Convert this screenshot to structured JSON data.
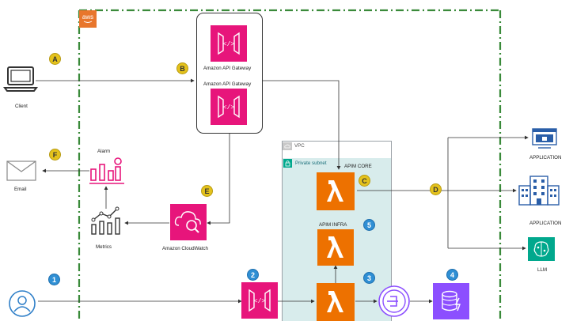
{
  "aws_badge": "aws",
  "markers": {
    "a": "A",
    "b": "B",
    "c": "C",
    "d": "D",
    "e": "E",
    "f": "F",
    "n1": "1",
    "n2": "2",
    "n3": "3",
    "n4": "4",
    "n5": "5"
  },
  "labels": {
    "client": "Client",
    "email": "Email",
    "alarm": "Alarm",
    "metrics": "Metrics",
    "cloudwatch": "Amazon CloudWatch",
    "apigw1": "Amazon API Gateway",
    "apigw2": "Amazon API Gateway",
    "vpc": "VPC",
    "private_subnet": "Private subnet",
    "apim_core": "APIM CORE",
    "apim_infra": "APIM INFRA",
    "app1": "APPLICATION",
    "app2": "APPLICATION",
    "llm": "LLM"
  },
  "icons": [
    "laptop-icon",
    "email-icon",
    "alarm-icon",
    "metrics-icon",
    "cloudwatch-icon",
    "api-gateway-icon",
    "lambda-icon",
    "privatelink-icon",
    "dynamodb-icon",
    "user-icon",
    "application-icon",
    "building-icon",
    "llm-icon"
  ],
  "colors": {
    "aws_border": "#3a8a3a",
    "aws_badge": "#e8762c",
    "api_gateway": "#e7157b",
    "lambda": "#ed7100",
    "dynamodb": "#8c4fff",
    "cloudwatch": "#e7157b",
    "llm": "#01a88d",
    "application": "#2a5ea8",
    "vpc_fill": "#d8ecec",
    "marker_yellow": "#e4c21c",
    "marker_blue": "#2f8fd4"
  }
}
